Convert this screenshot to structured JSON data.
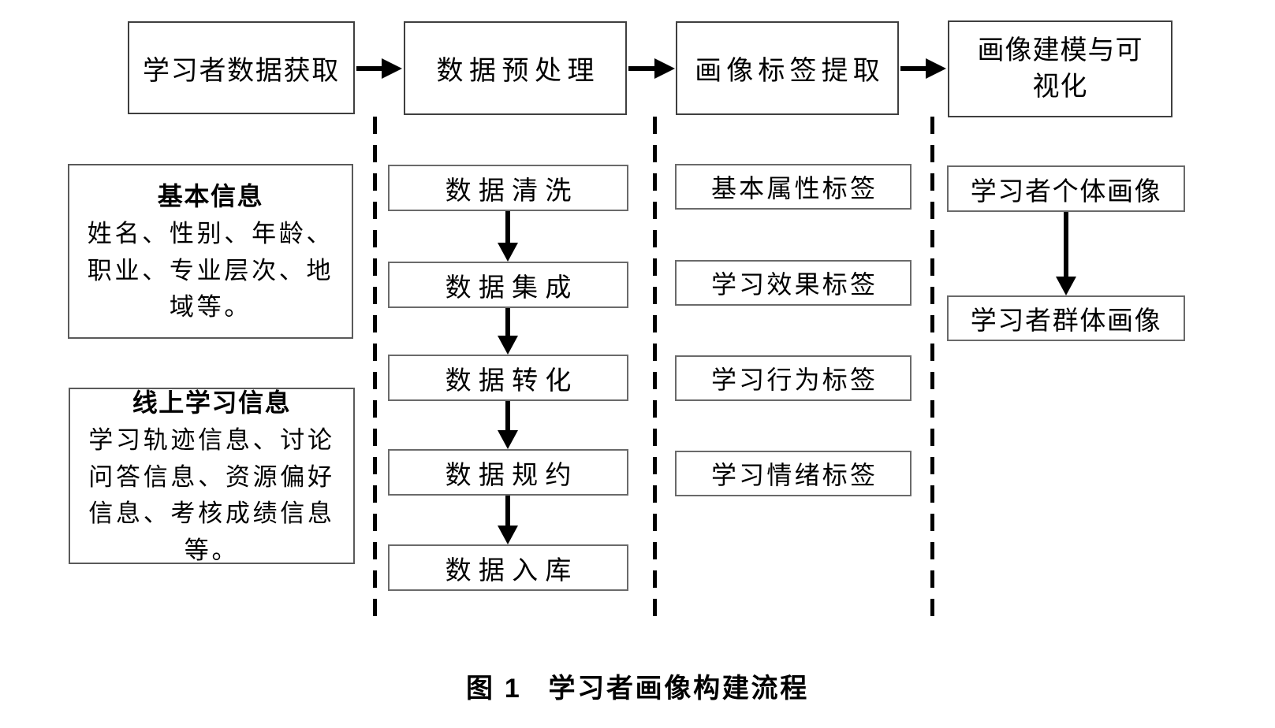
{
  "figure": {
    "phases": [
      {
        "label": "学习者数据获取"
      },
      {
        "label": "数据预处理"
      },
      {
        "label": "画像标签提取"
      },
      {
        "label": "画像建模与可视化"
      }
    ],
    "input_boxes": [
      {
        "title": "基本信息",
        "body": "姓名、性别、年龄、职业、专业层次、地域等。"
      },
      {
        "title": "线上学习信息",
        "body": "学习轨迹信息、讨论问答信息、资源偏好信息、考核成绩信息等。"
      }
    ],
    "preprocess_steps": [
      "数据清洗",
      "数据集成",
      "数据转化",
      "数据规约",
      "数据入库"
    ],
    "label_types": [
      "基本属性标签",
      "学习效果标签",
      "学习行为标签",
      "学习情绪标签"
    ],
    "profiles": [
      "学习者个体画像",
      "学习者群体画像"
    ],
    "caption": {
      "figure_no": "图 1",
      "title": "学习者画像构建流程"
    }
  },
  "colors": {
    "background": "#ffffff",
    "text": "#000000",
    "outer_box_border": "#3f3f3f",
    "inner_box_border": "#6a6a6a",
    "arrow_and_dash": "#000000"
  }
}
